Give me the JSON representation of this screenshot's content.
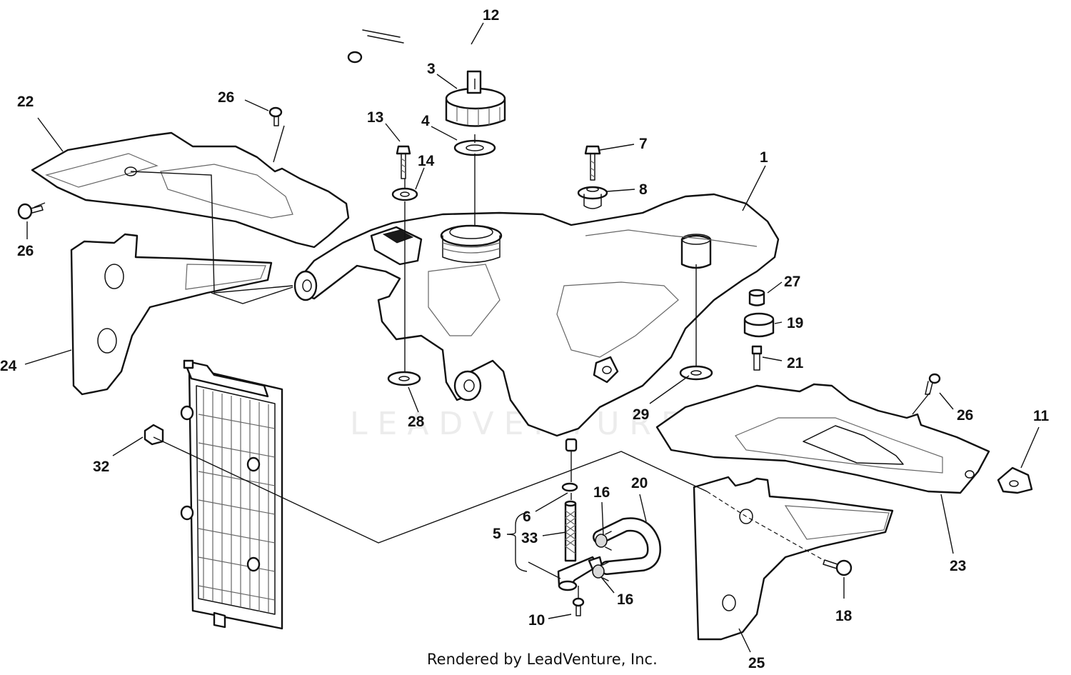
{
  "watermark": "LEADVENTURE",
  "credit": "Rendered by LeadVenture, Inc.",
  "callouts": {
    "c1": "1",
    "c3": "3",
    "c4": "4",
    "c5": "5",
    "c6": "6",
    "c7": "7",
    "c8": "8",
    "c10": "10",
    "c11": "11",
    "c12": "12",
    "c13": "13",
    "c14": "14",
    "c16a": "16",
    "c16b": "16",
    "c18": "18",
    "c19": "19",
    "c20": "20",
    "c21": "21",
    "c22": "22",
    "c23": "23",
    "c24": "24",
    "c25": "25",
    "c26a": "26",
    "c26b": "26",
    "c26c": "26",
    "c27": "27",
    "c28": "28",
    "c29": "29",
    "c32": "32",
    "c33": "33"
  }
}
